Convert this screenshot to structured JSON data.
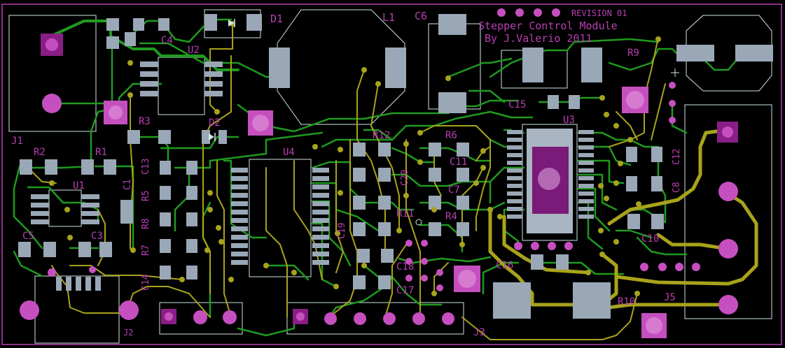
{
  "board": {
    "title_line1": "Stepper Control Module",
    "title_line2": "By J.Valerio 2011",
    "revision": "REVISION 01"
  },
  "refs": {
    "J1": "J1",
    "J2": "J2",
    "J3": "J3",
    "J5": "J5",
    "D1": "D1",
    "D2": "D2",
    "L1": "L1",
    "C1": "C1",
    "C3": "C3",
    "C4": "C4",
    "C5": "C5",
    "C6": "C6",
    "C7": "C7",
    "C8": "C8",
    "C10": "C10",
    "C11": "C11",
    "C12": "C12",
    "C13": "C13",
    "C14": "C14",
    "C15": "C15",
    "C16": "C16",
    "C17": "C17",
    "C18": "C18",
    "C19": "C19",
    "C20": "C20",
    "R1": "R1",
    "R2": "R2",
    "R3": "R3",
    "R4": "R4",
    "R5": "R5",
    "R6": "R6",
    "R7": "R7",
    "R8": "R8",
    "R9": "R9",
    "R10": "R10",
    "R11": "R11",
    "R12": "R12",
    "U1": "U1",
    "U2": "U2",
    "U3": "U3",
    "U4": "U4"
  },
  "colors": {
    "background": "#000000",
    "silkscreen": "#b93fb3",
    "top_copper": "#1f9a1f",
    "bottom_copper": "#a8a31a",
    "pad": "#9aa7b6",
    "plated_hole": "#c64fc0",
    "outline": "#cfe6e6"
  }
}
